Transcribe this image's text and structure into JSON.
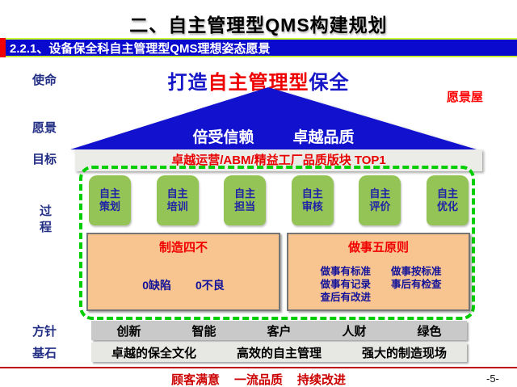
{
  "page": {
    "title": "二、自主管理型QMS构建规划",
    "banner": "2.2.1、设备保全科自主管理型QMS理想姿态愿景",
    "page_number": "-5-"
  },
  "left_labels": {
    "mission": "使命",
    "vision": "愿景",
    "goal": "目标",
    "process": "过\n程",
    "policy": "方针",
    "foundation": "基石"
  },
  "house": {
    "mission_line": {
      "prefix": "打造",
      "highlight": "自主管理型",
      "suffix": "保全"
    },
    "house_label": "愿景屋",
    "roof_slogans": [
      "倍受信赖",
      "卓越品质"
    ],
    "goal_bar": "卓越运营/ABM/精益工厂品质版块 TOP1",
    "pillars": [
      "自主\n策划",
      "自主\n培训",
      "自主\n担当",
      "自主\n审核",
      "自主\n评价",
      "自主\n优化"
    ],
    "boxes": [
      {
        "title": "制造四不",
        "items": [
          "0缺陷",
          "0不良"
        ]
      },
      {
        "title": "做事五原则",
        "items": [
          "做事有标准",
          "做事按标准",
          "做事有记录",
          "事后有检查",
          "查后有改进"
        ]
      }
    ],
    "policy_items": [
      "创新",
      "智能",
      "客户",
      "人财",
      "绿色"
    ],
    "foundation_items": [
      "卓越的保全文化",
      "高效的自主管理",
      "强大的制造现场"
    ]
  },
  "footer": {
    "motto": [
      "顾客满意",
      "一流品质",
      "持续改进"
    ]
  },
  "colors": {
    "banner_blue": "#0A0ACF",
    "banner_border_yellow": "#CCFF33",
    "stripe_red": "#F00000",
    "roof_blue": "#1212CE",
    "pillar_green": "#93C455",
    "dash_green": "#00CE00",
    "box_orange": "#F8C490",
    "title_red": "#EE0000",
    "navy_text": "#12129A",
    "label_blue": "#232F85",
    "bar_gray_dark": "#C9C9C9",
    "bar_gray_light": "#E7E7E4",
    "footer_red": "#CC0000"
  }
}
